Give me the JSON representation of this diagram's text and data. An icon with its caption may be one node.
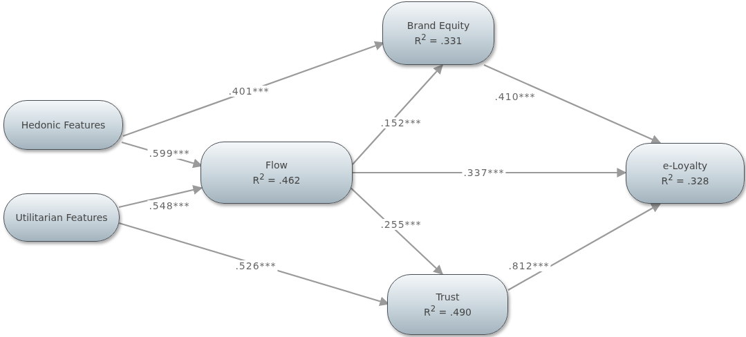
{
  "diagram": {
    "nodes": [
      {
        "text": [
          "Hedonic Features"
        ]
      },
      {
        "text": [
          "Utilitarian Features"
        ]
      },
      {
        "text": [
          "Flow",
          "R$^{2}$ = .462"
        ]
      },
      {
        "text": [
          "Brand Equity",
          "R$^{2}$ = .331"
        ]
      },
      {
        "text": [
          "e-Loyalty",
          "R$^{2}$ = .328"
        ]
      },
      {
        "text": [
          "Trust",
          "R$^{2}$ = .490"
        ]
      }
    ],
    "edges": [
      {
        "from": 0,
        "to": 3,
        "arrow": "to",
        "label": ".401***"
      },
      {
        "from": 0,
        "to": 2,
        "arrow": "to",
        "label": ".599***"
      },
      {
        "from": 1,
        "to": 2,
        "arrow": "to",
        "label": ".548***"
      },
      {
        "from": 1,
        "to": 5,
        "arrow": "to",
        "label": ".526***"
      },
      {
        "from": 2,
        "to": 3,
        "arrow": "to",
        "label": ".152***"
      },
      {
        "from": 2,
        "to": 4,
        "arrow": "to",
        "label": ".337***"
      },
      {
        "from": 2,
        "to": 5,
        "arrow": "to",
        "label": ".255***"
      },
      {
        "from": 3,
        "to": 4,
        "arrow": "to",
        "label": ".410***"
      },
      {
        "from": 5,
        "to": 4,
        "arrow": "to",
        "label": ".812***"
      }
    ]
  }
}
